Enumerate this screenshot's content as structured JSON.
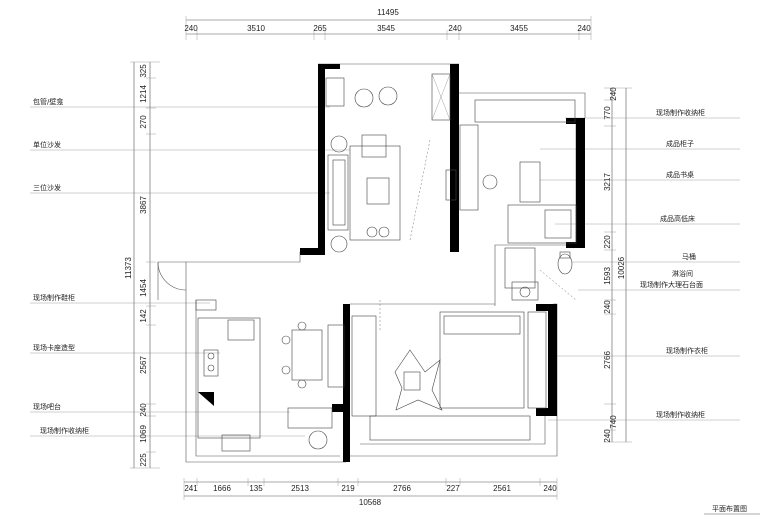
{
  "dimensions": {
    "top_total": "11495",
    "top": [
      "240",
      "3510",
      "265",
      "3545",
      "240",
      "3455",
      "240"
    ],
    "bottom": [
      "241",
      "1666",
      "135",
      "2513",
      "219",
      "2766",
      "227",
      "2561",
      "240"
    ],
    "bottom_total": "10568",
    "left": [
      "325",
      "1214",
      "270",
      "3867",
      "1454",
      "142",
      "2567",
      "240",
      "1069",
      "225"
    ],
    "left_total": "11373",
    "right": [
      "240",
      "770",
      "3217",
      "220",
      "1593",
      "240",
      "2766",
      "740",
      "240"
    ],
    "right_total": "10026"
  },
  "labels": {
    "left": [
      "包管/壁龛",
      "单位沙发",
      "三位沙发",
      "现场制作鞋柜",
      "现场卡座造型",
      "现场吧台",
      "现场制作收纳柜"
    ],
    "right": [
      "现场制作收纳柜",
      "成品柜子",
      "成品书桌",
      "成品高低床",
      "马桶",
      "淋浴间",
      "现场制作大理石台面",
      "现场制作衣柜",
      "现场制作收纳柜"
    ]
  },
  "caption": "平面布置图"
}
